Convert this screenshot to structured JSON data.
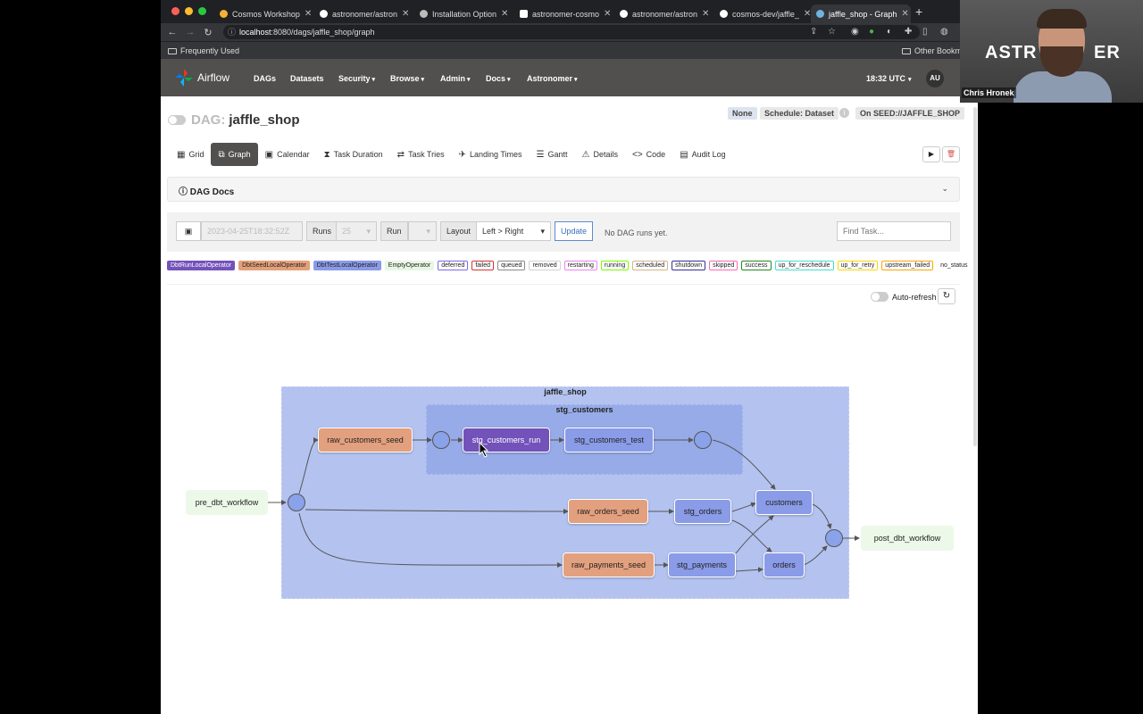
{
  "browser": {
    "tabs": [
      {
        "title": "Cosmos Workshop"
      },
      {
        "title": "astronomer/astron"
      },
      {
        "title": "Installation Option"
      },
      {
        "title": "astronomer-cosmo"
      },
      {
        "title": "astronomer/astron"
      },
      {
        "title": "cosmos-dev/jaffle_"
      },
      {
        "title": "jaffle_shop - Graph"
      }
    ],
    "url_host": "localhost",
    "url_rest": ":8080/dags/jaffle_shop/graph",
    "bookmarks": {
      "left": "Frequently Used",
      "right": "Other Bookm"
    }
  },
  "nav": {
    "brand": "Airflow",
    "items": [
      "DAGs",
      "Datasets",
      "Security",
      "Browse",
      "Admin",
      "Docs",
      "Astronomer"
    ],
    "time": "18:32 UTC",
    "user": "AU"
  },
  "dag": {
    "prefix": "DAG:",
    "name": "jaffle_shop",
    "badges": {
      "none": "None",
      "schedule": "Schedule: Dataset",
      "next": "On SEED://JAFFLE_SHOP"
    }
  },
  "views": [
    "Grid",
    "Graph",
    "Calendar",
    "Task Duration",
    "Task Tries",
    "Landing Times",
    "Gantt",
    "Details",
    "Code",
    "Audit Log"
  ],
  "docs_label": "DAG Docs",
  "controls": {
    "date": "2023-04-25T18:32:52Z",
    "runs_label": "Runs",
    "runs_value": "25",
    "run_label": "Run",
    "layout_label": "Layout",
    "layout_value": "Left > Right",
    "update": "Update",
    "no_runs": "No DAG runs yet.",
    "find_placeholder": "Find Task..."
  },
  "legend": [
    {
      "label": "DbtRunLocalOperator",
      "bg": "#7352ba",
      "fg": "#ffffff"
    },
    {
      "label": "DbtSeedLocalOperator",
      "bg": "#e4a07a",
      "fg": "#222222"
    },
    {
      "label": "DbtTestLocalOperator",
      "bg": "#8a9be8",
      "fg": "#222222"
    },
    {
      "label": "EmptyOperator",
      "bg": "#e8f7e4",
      "fg": "#222222"
    },
    {
      "label": "deferred",
      "border": "#7b68ee"
    },
    {
      "label": "failed",
      "border": "#dd3333"
    },
    {
      "label": "queued",
      "border": "#8a8a8a"
    },
    {
      "label": "removed",
      "border": "#d3d3d3"
    },
    {
      "label": "restarting",
      "border": "#ee82ee"
    },
    {
      "label": "running",
      "border": "#7cfc00"
    },
    {
      "label": "scheduled",
      "border": "#d2b48c"
    },
    {
      "label": "shutdown",
      "border": "#3030a0"
    },
    {
      "label": "skipped",
      "border": "#ff69b4"
    },
    {
      "label": "success",
      "border": "#228b22"
    },
    {
      "label": "up_for_reschedule",
      "border": "#40e0d0"
    },
    {
      "label": "up_for_retry",
      "border": "#ffd700"
    },
    {
      "label": "upstream_failed",
      "border": "#ffa500"
    },
    {
      "label": "no_status",
      "border": "transparent"
    }
  ],
  "graph": {
    "auto_refresh": "Auto-refresh",
    "clusters": {
      "outer": "jaffle_shop",
      "inner": "stg_customers"
    },
    "nodes": {
      "pre": "pre_dbt_workflow",
      "raw_customers_seed": "raw_customers_seed",
      "stg_customers_run": "stg_customers_run",
      "stg_customers_test": "stg_customers_test",
      "raw_orders_seed": "raw_orders_seed",
      "stg_orders": "stg_orders",
      "customers": "customers",
      "raw_payments_seed": "raw_payments_seed",
      "stg_payments": "stg_payments",
      "orders": "orders",
      "post": "post_dbt_workflow"
    }
  },
  "webcam": {
    "brand_left": "ASTR",
    "brand_right": "ER",
    "presenter": "Chris Hronek"
  }
}
